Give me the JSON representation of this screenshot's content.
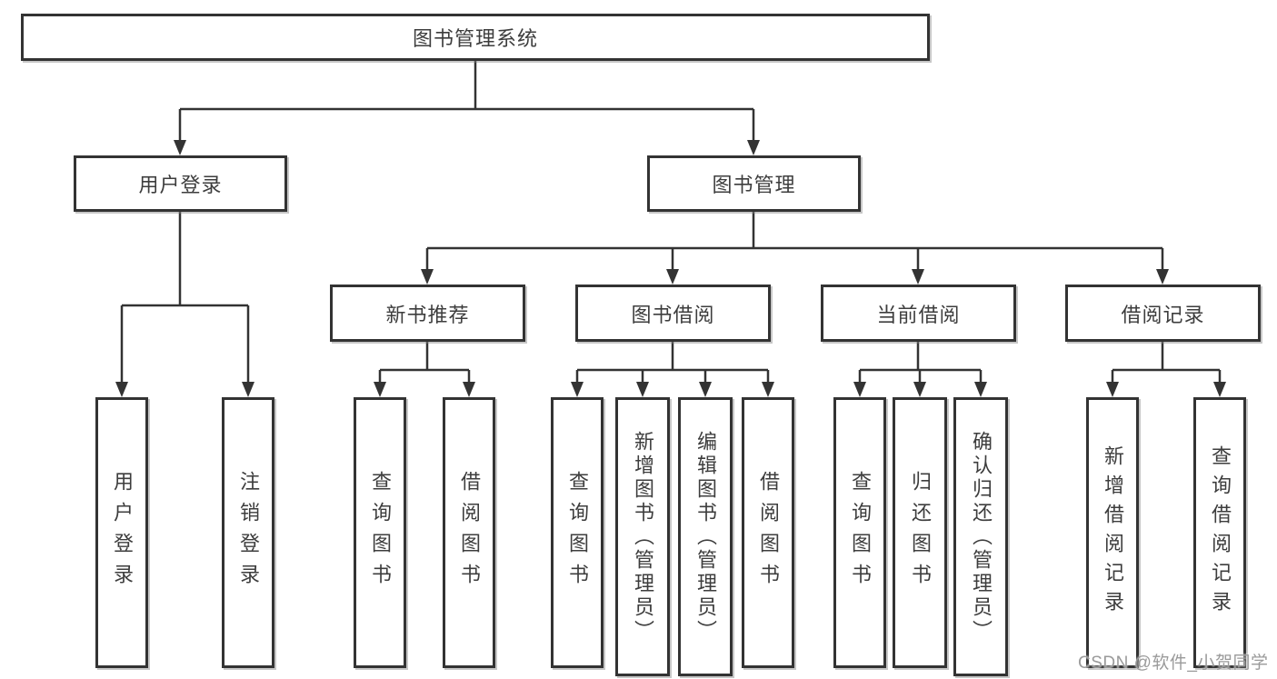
{
  "root": {
    "label": "图书管理系统"
  },
  "branches": [
    {
      "label": "用户登录",
      "children": [
        {
          "label": "用户登录"
        },
        {
          "label": "注销登录"
        }
      ]
    },
    {
      "label": "图书管理",
      "children": [
        {
          "label": "新书推荐",
          "children": [
            {
              "label": "查询图书"
            },
            {
              "label": "借阅图书"
            }
          ]
        },
        {
          "label": "图书借阅",
          "children": [
            {
              "label": "查询图书"
            },
            {
              "label": "新增图书（管理员）"
            },
            {
              "label": "编辑图书（管理员）"
            },
            {
              "label": "借阅图书"
            }
          ]
        },
        {
          "label": "当前借阅",
          "children": [
            {
              "label": "查询图书"
            },
            {
              "label": "归还图书"
            },
            {
              "label": "确认归还（管理员）"
            }
          ]
        },
        {
          "label": "借阅记录",
          "children": [
            {
              "label": "新增借阅记录"
            },
            {
              "label": "查询借阅记录"
            }
          ]
        }
      ]
    }
  ],
  "watermark": {
    "text": "CSDN @软件_小贺同学"
  },
  "colors": {
    "line": "#333333",
    "text": "#3d3d3d",
    "box_bg": "#ffffff",
    "watermark": "#9a9a9a"
  }
}
